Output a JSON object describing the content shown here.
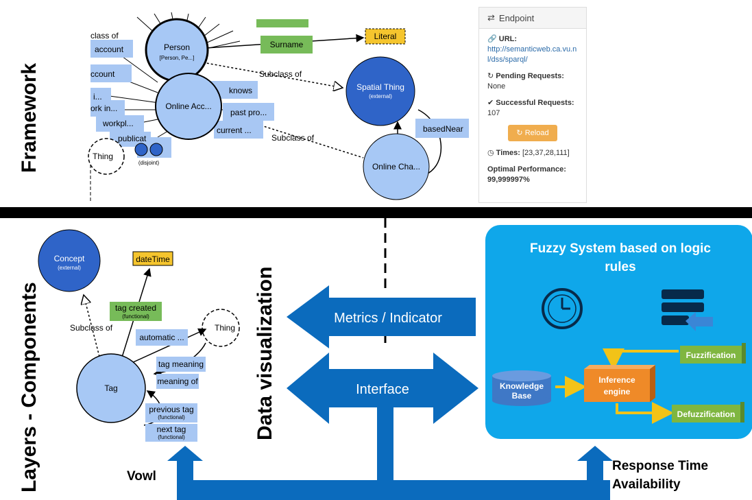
{
  "left_labels": {
    "top": "Framework",
    "bottom": "Layers - Components"
  },
  "middle_label": "Data visualization",
  "arrows": {
    "metrics": "Metrics / Indicator",
    "interface": "Interface"
  },
  "framework_graph": {
    "person": "Person",
    "person_sub": "[Person, Pe...]",
    "online_acc": "Online Acc...",
    "spatial": "Spatial Thing",
    "spatial_sub": "(external)",
    "online_cha": "Online Cha...",
    "surname": "Surname",
    "literal": "Literal",
    "subclass1": "Subclass of",
    "subclass2": "Subclass of",
    "based_near": "basedNear",
    "knows": "knows",
    "past_pro": "past pro...",
    "current": "current ...",
    "class_of": "class of",
    "account": "account",
    "ccount": "ccount",
    "i": "i...",
    "ork_in": "ork in...",
    "workpl": "workpl...",
    "publicat": "publicat",
    "thing": "Thing",
    "disjoint": "(disjoint)"
  },
  "endpoint": {
    "title": "Endpoint",
    "url_label": "URL:",
    "url_value": "http://semanticweb.ca.vu.nl/dss/sparql/",
    "pending_label": "Pending Requests:",
    "pending_value": "None",
    "success_label": "Successful Requests:",
    "success_value": "107",
    "reload": "Reload",
    "times_label": "Times:",
    "times_value": "[23,37,28,111]",
    "optimal_label": "Optimal Performance:",
    "optimal_value": "99,999997%"
  },
  "layers_graph": {
    "concept": "Concept",
    "concept_sub": "(external)",
    "datetime": "dateTime",
    "tag_created": "tag created",
    "tag_created_sub": "(functional)",
    "subclass": "Subclass of",
    "automatic": "automatic ...",
    "thing": "Thing",
    "tag_meaning": "tag meaning",
    "meaning_of": "meaning of",
    "tag": "Tag",
    "previous_tag": "previous tag",
    "previous_sub": "(functional)",
    "next_tag": "next tag",
    "next_sub": "(functional)"
  },
  "fuzzy": {
    "title_line1": "Fuzzy System based on logic",
    "title_line2": "rules",
    "fuzzification": "Fuzzification",
    "knowledge_l1": "Knowledge",
    "knowledge_l2": "Base",
    "inference_l1": "Inference",
    "inference_l2": "engine",
    "defuzzification": "Defuzzification"
  },
  "bottom": {
    "vowl": "Vowl",
    "response": "Response Time",
    "availability": "Availability"
  },
  "colors": {
    "arrow_blue": "#0b6bbd",
    "fuzzy_bg": "#0fa7ea",
    "node_light": "#a7c8f5",
    "node_dark": "#2f64c8",
    "green_label": "#77bb59",
    "literal_yellow": "#f5c52e",
    "orange": "#ef8a28"
  }
}
